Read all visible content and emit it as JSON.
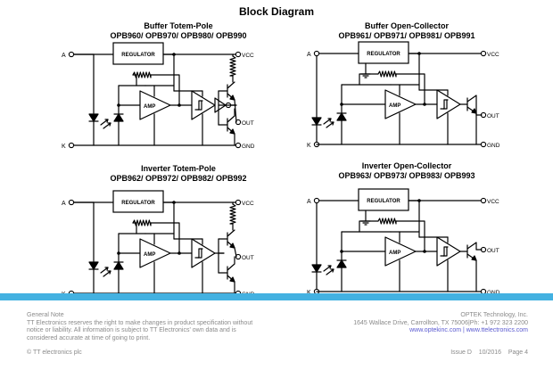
{
  "title": "Block Diagram",
  "circuits": [
    {
      "id": "buffer-totem-pole",
      "title": "Buffer Totem-Pole",
      "parts": "OPB960/ OPB970/ OPB980/ OPB990"
    },
    {
      "id": "buffer-open-collector",
      "title": "Buffer Open-Collector",
      "parts": "OPB961/ OPB971/ OPB981/ OPB991"
    },
    {
      "id": "inverter-totem-pole",
      "title": "Inverter Totem-Pole",
      "parts": "OPB962/ OPB972/ OPB982/ OPB992"
    },
    {
      "id": "inverter-open-collector",
      "title": "Inverter Open-Collector",
      "parts": "OPB963/ OPB973/ OPB983/ OPB993"
    }
  ],
  "labels": {
    "anode": "A",
    "cathode": "K",
    "regulator": "REGULATOR",
    "amp": "AMP",
    "vcc": "VCC",
    "out": "OUT",
    "gnd": "GND"
  },
  "footer": {
    "note_title": "General Note",
    "note_lines": [
      "TT Electronics reserves the right to make changes in product specification without",
      "notice or liability. All information is subject to TT Electronics' own data and is",
      "considered accurate at time of going to print."
    ],
    "copyright": "© TT electronics plc",
    "company": "OPTEK Technology, Inc.",
    "address": "1645 Wallace Drive, Carrollton, TX 75006|Ph: +1 972 323 2200",
    "website": "www.optekinc.com | www.ttelectronics.com",
    "issue": "Issue D",
    "date": "10/2016",
    "page": "Page 4"
  },
  "colors": {
    "accent_bar": "#43b1e1",
    "footer_text": "#8a8a8a",
    "link": "#5a5ad0"
  }
}
